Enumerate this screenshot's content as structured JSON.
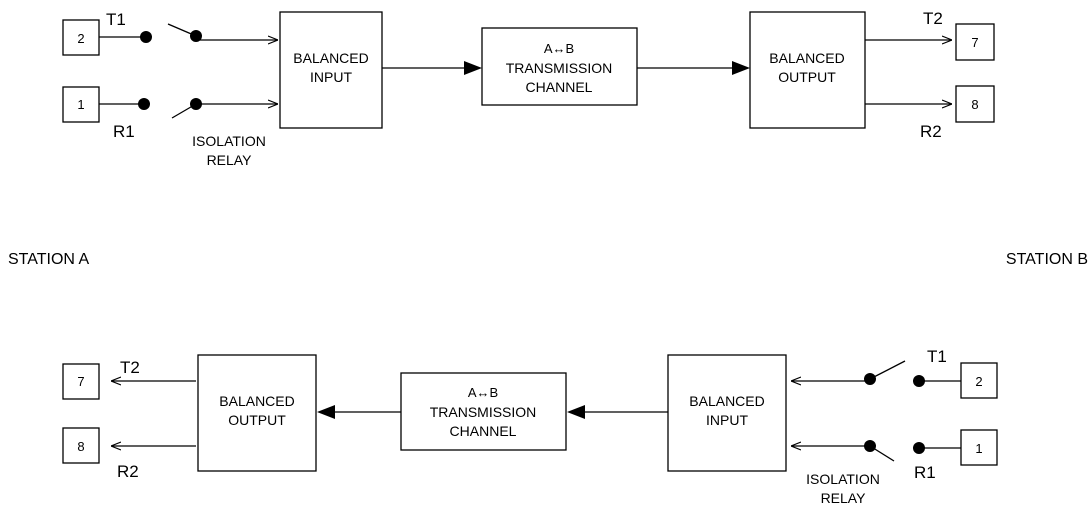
{
  "stations": {
    "a": "STATION  A",
    "b": "STATION  B"
  },
  "top": {
    "pin_t1": "2",
    "pin_r1": "1",
    "label_t1": "T1",
    "label_r1": "R1",
    "relay_line1": "ISOLATION",
    "relay_line2": "RELAY",
    "input_line1": "BALANCED",
    "input_line2": "INPUT",
    "channel_line1": "A↔B",
    "channel_line2": "TRANSMISSION",
    "channel_line3": "CHANNEL",
    "output_line1": "BALANCED",
    "output_line2": "OUTPUT",
    "label_t2": "T2",
    "label_r2": "R2",
    "pin_t2": "7",
    "pin_r2": "8"
  },
  "bottom": {
    "pin_t2": "7",
    "pin_r2": "8",
    "label_t2": "T2",
    "label_r2": "R2",
    "output_line1": "BALANCED",
    "output_line2": "OUTPUT",
    "channel_line1": "A↔B",
    "channel_line2": "TRANSMISSION",
    "channel_line3": "CHANNEL",
    "input_line1": "BALANCED",
    "input_line2": "INPUT",
    "label_t1": "T1",
    "label_r1": "R1",
    "relay_line1": "ISOLATION",
    "relay_line2": "RELAY",
    "pin_t1": "2",
    "pin_r1": "1"
  }
}
